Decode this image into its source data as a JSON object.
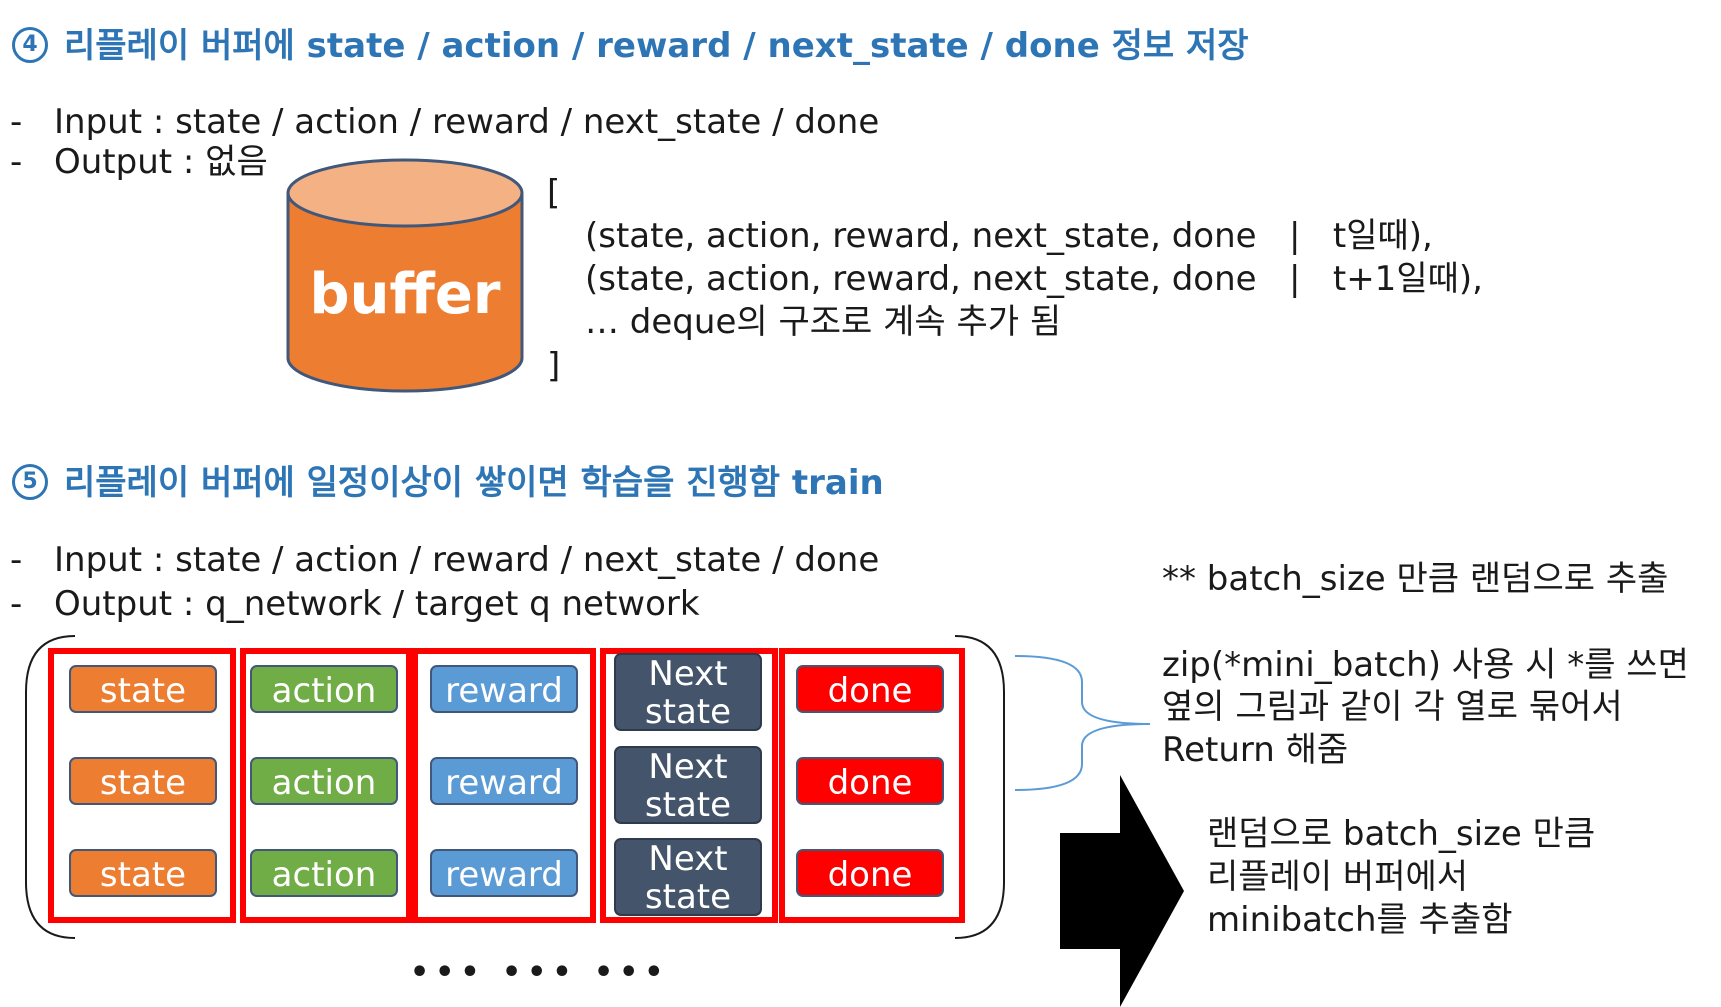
{
  "section4": {
    "number": "4",
    "title": "리플레이 버퍼에 state / action / reward / next_state / done 정보 저장",
    "input": "Input : state / action / reward / next_state / done",
    "output": "Output : 없음",
    "buffer_label": "buffer",
    "bracket_open": "[",
    "bracket_close": "]",
    "entries": [
      "(state, action, reward, next_state, done   |   t일때),",
      "(state, action, reward, next_state, done   |   t+1일때),",
      "… deque의 구조로 계속 추가 됨"
    ]
  },
  "section5": {
    "number": "5",
    "title": "리플레이 버퍼에 일정이상이 쌓이면 학습을 진행함 train",
    "input": "Input : state / action / reward / next_state / done",
    "output": "Output : q_network / target q network"
  },
  "dash": "-",
  "columns": {
    "state": [
      "state",
      "state",
      "state"
    ],
    "action": [
      "action",
      "action",
      "action"
    ],
    "reward": [
      "reward",
      "reward",
      "reward"
    ],
    "next_state": [
      "Next\nstate",
      "Next\nstate",
      "Next\nstate"
    ],
    "done": [
      "done",
      "done",
      "done"
    ]
  },
  "ellipsis": "••• ••• •••",
  "note_batch": "** batch_size 만큼 랜덤으로 추출",
  "note_zip": [
    "zip(*mini_batch) 사용 시 *를 쓰면",
    "옆의 그림과 같이 각 열로 묶어서",
    "Return 해줌"
  ],
  "note_arrow": [
    "랜덤으로 batch_size 만큼",
    "리플레이 버퍼에서",
    "minibatch를 추출함"
  ],
  "colors": {
    "heading": "#2e75b6",
    "buffer_body": "#ed7d31",
    "buffer_top": "#f4b183",
    "state": "#ed7d31",
    "action": "#70ad47",
    "reward": "#5b9bd5",
    "next_state": "#44546a",
    "done": "#ff0000",
    "column_frame": "#ff0000"
  }
}
